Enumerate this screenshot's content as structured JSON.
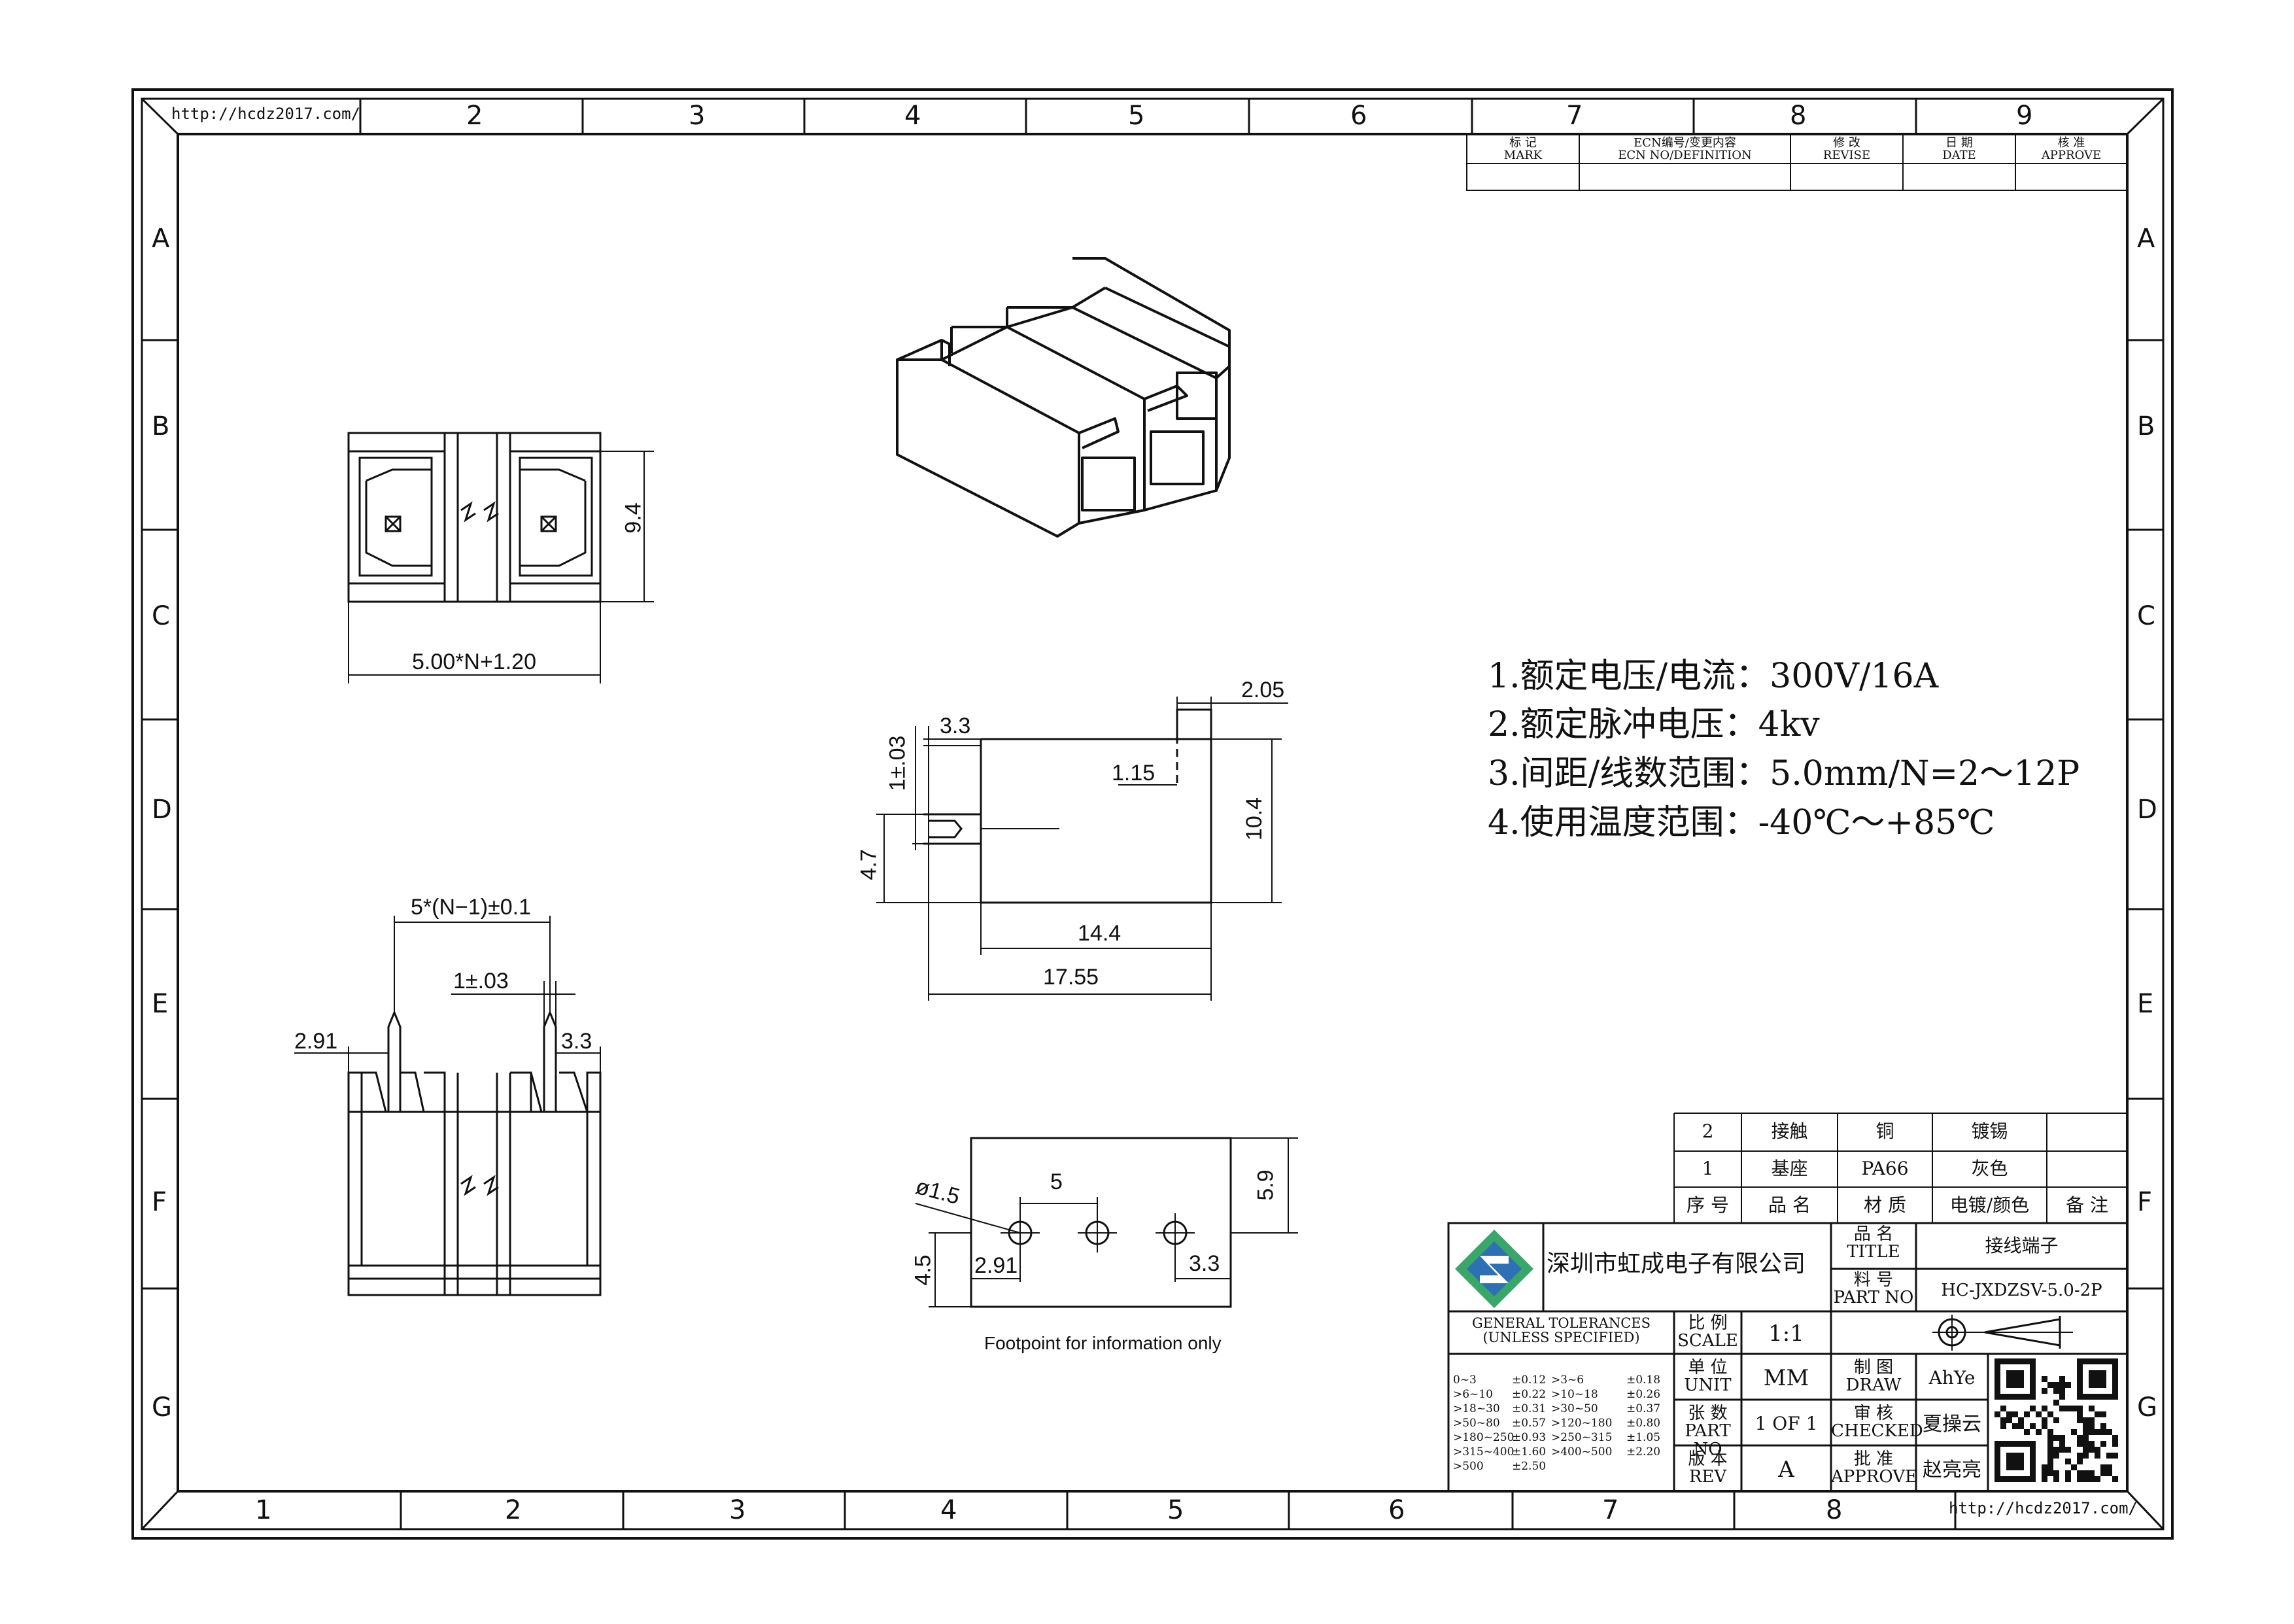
{
  "frame": {
    "url_top": "http://hcdz2017.com/",
    "url_bottom": "http://hcdz2017.com/",
    "top_cols": [
      "2",
      "3",
      "4",
      "5",
      "6",
      "7",
      "8",
      "9"
    ],
    "bottom_cols": [
      "1",
      "2",
      "3",
      "4",
      "5",
      "6",
      "7",
      "8"
    ],
    "rows": [
      "A",
      "B",
      "C",
      "D",
      "E",
      "F",
      "G"
    ]
  },
  "revision": {
    "headers": [
      {
        "cn": "标 记",
        "en": "MARK"
      },
      {
        "cn": "ECN编号/变更内容",
        "en": "ECN NO/DEFINITION"
      },
      {
        "cn": "修 改",
        "en": "REVISE"
      },
      {
        "cn": "日 期",
        "en": "DATE"
      },
      {
        "cn": "核 准",
        "en": "APPROVE"
      }
    ]
  },
  "specs": [
    "1.额定电压/电流：300V/16A",
    "2.额定脉冲电压：4kv",
    "3.间距/线数范围：5.0mm/N=2～12P",
    "4.使用温度范围：-40℃～+85℃"
  ],
  "dimensions": {
    "front_height": "9.4",
    "front_width": "5.00*N+1.20",
    "side_205": "2.05",
    "side_33": "3.3",
    "side_1_03": "1±.03",
    "side_115": "1.15",
    "side_104": "10.4",
    "side_47": "4.7",
    "side_144": "14.4",
    "side_1755": "17.55",
    "bottom_pitch": "5*(N−1)±0.1",
    "bottom_1_03": "1±.03",
    "bottom_291": "2.91",
    "bottom_33": "3.3",
    "fp_dia": "ø1.5",
    "fp_5": "5",
    "fp_59": "5.9",
    "fp_45": "4.5",
    "fp_291": "2.91",
    "fp_33": "3.3",
    "fp_note": "Footpoint for information only"
  },
  "bom": {
    "rows": [
      {
        "no": "2",
        "name": "接触",
        "material": "铜",
        "finish": "镀锡",
        "note": ""
      },
      {
        "no": "1",
        "name": "基座",
        "material": "PA66",
        "finish": "灰色",
        "note": ""
      }
    ],
    "header": {
      "no": "序 号",
      "name": "品 名",
      "material": "材 质",
      "finish": "电镀/颜色",
      "note": "备 注"
    }
  },
  "title_block": {
    "company": "深圳市虹成电子有限公司",
    "title_label_cn": "品 名",
    "title_label_en": "TITLE",
    "title_value": "接线端子",
    "part_label_cn": "料 号",
    "part_label_en": "PART NO",
    "part_value": "HC-JXDZSV-5.0-2P",
    "tol_title_1": "GENERAL TOLERANCES",
    "tol_title_2": "(UNLESS SPECIFIED)",
    "tolerances": [
      [
        "0~3",
        "±0.12",
        ">3~6",
        "±0.18"
      ],
      [
        ">6~10",
        "±0.22",
        ">10~18",
        "±0.26"
      ],
      [
        ">18~30",
        "±0.31",
        ">30~50",
        "±0.37"
      ],
      [
        ">50~80",
        "±0.57",
        ">120~180",
        "±0.80"
      ],
      [
        ">180~250",
        "±0.93",
        ">250~315",
        "±1.05"
      ],
      [
        ">315~400",
        "±1.60",
        ">400~500",
        "±2.20"
      ],
      [
        ">500",
        "±2.50",
        "",
        ""
      ]
    ],
    "scale_cn": "比 例",
    "scale_en": "SCALE",
    "scale_value": "1:1",
    "unit_cn": "单 位",
    "unit_en": "UNIT",
    "unit_value": "MM",
    "sheet_cn": "张 数",
    "sheet_en": "PART NO",
    "sheet_value": "1 OF 1",
    "rev_cn": "版 本",
    "rev_en": "REV",
    "rev_value": "A",
    "draw_cn": "制 图",
    "draw_en": "DRAW",
    "draw_value": "AhYe",
    "check_cn": "审 核",
    "check_en": "CHECKED",
    "check_value": "夏操云",
    "approve_cn": "批 准",
    "approve_en": "APPROVE",
    "approve_value": "赵亮亮"
  },
  "colors": {
    "line": "#111111",
    "logo_green": "#3aa66a",
    "logo_blue": "#2f6fb3"
  }
}
